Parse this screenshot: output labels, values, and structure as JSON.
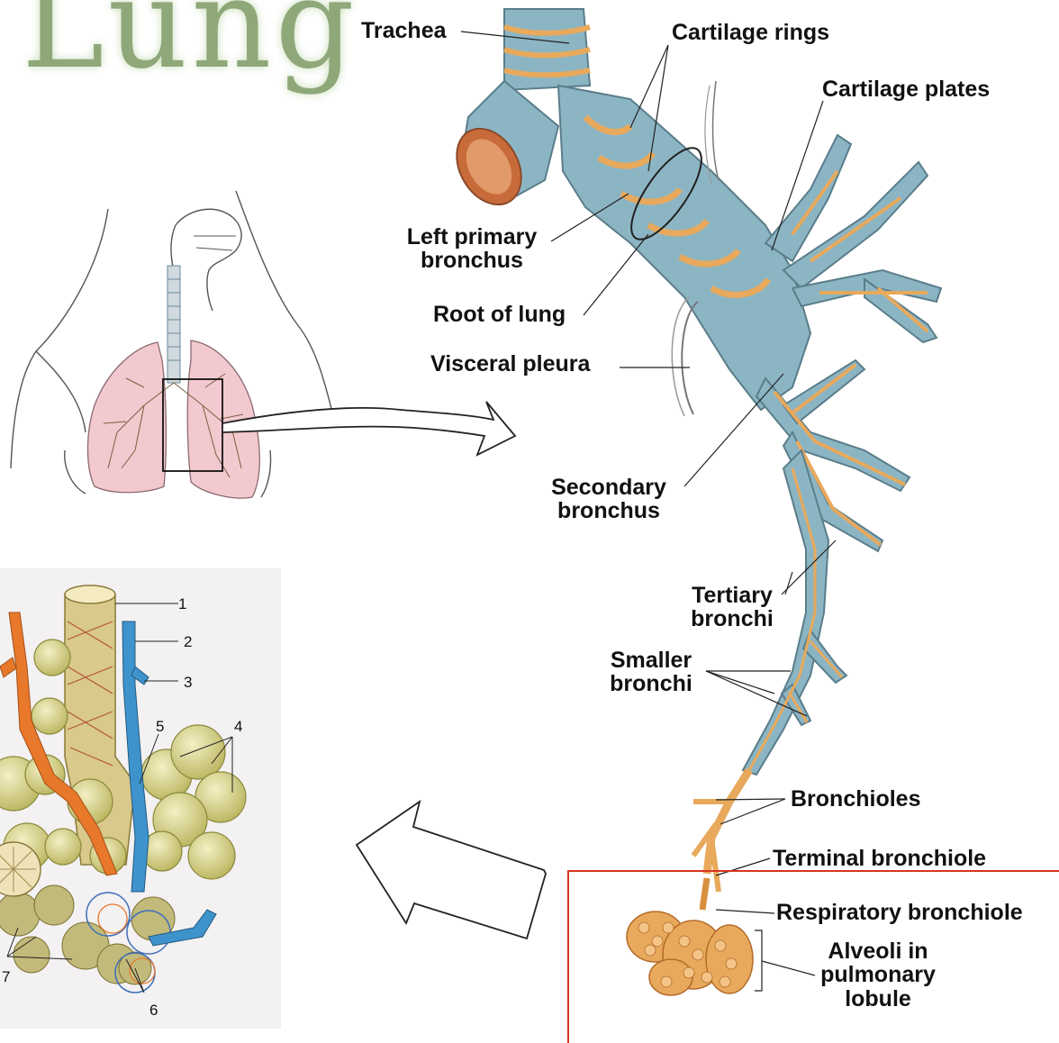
{
  "title": "Lung",
  "labels": {
    "trachea": "Trachea",
    "cartilage_rings": "Cartilage rings",
    "cartilage_plates": "Cartilage plates",
    "left_primary_bronchus_1": "Left primary",
    "left_primary_bronchus_2": "bronchus",
    "root_of_lung": "Root of lung",
    "visceral_pleura": "Visceral pleura",
    "secondary_bronchus_1": "Secondary",
    "secondary_bronchus_2": "bronchus",
    "tertiary_bronchi_1": "Tertiary",
    "tertiary_bronchi_2": "bronchi",
    "smaller_bronchi_1": "Smaller",
    "smaller_bronchi_2": "bronchi",
    "bronchioles": "Bronchioles",
    "terminal_bronchiole": "Terminal bronchiole",
    "respiratory_bronchiole": "Respiratory bronchiole",
    "alveoli_1": "Alveoli in",
    "alveoli_2": "pulmonary",
    "alveoli_3": "lobule"
  },
  "numbers": [
    "1",
    "2",
    "3",
    "4",
    "5",
    "6",
    "7"
  ],
  "colors": {
    "cartilage": "#8cb5c4",
    "tissue": "#e8a95c",
    "highlight_box": "#d9331f",
    "lung": "#f2c9cf",
    "artery": "#e8782a",
    "vein": "#3f93cc",
    "alveoli": "#d9d48a"
  }
}
